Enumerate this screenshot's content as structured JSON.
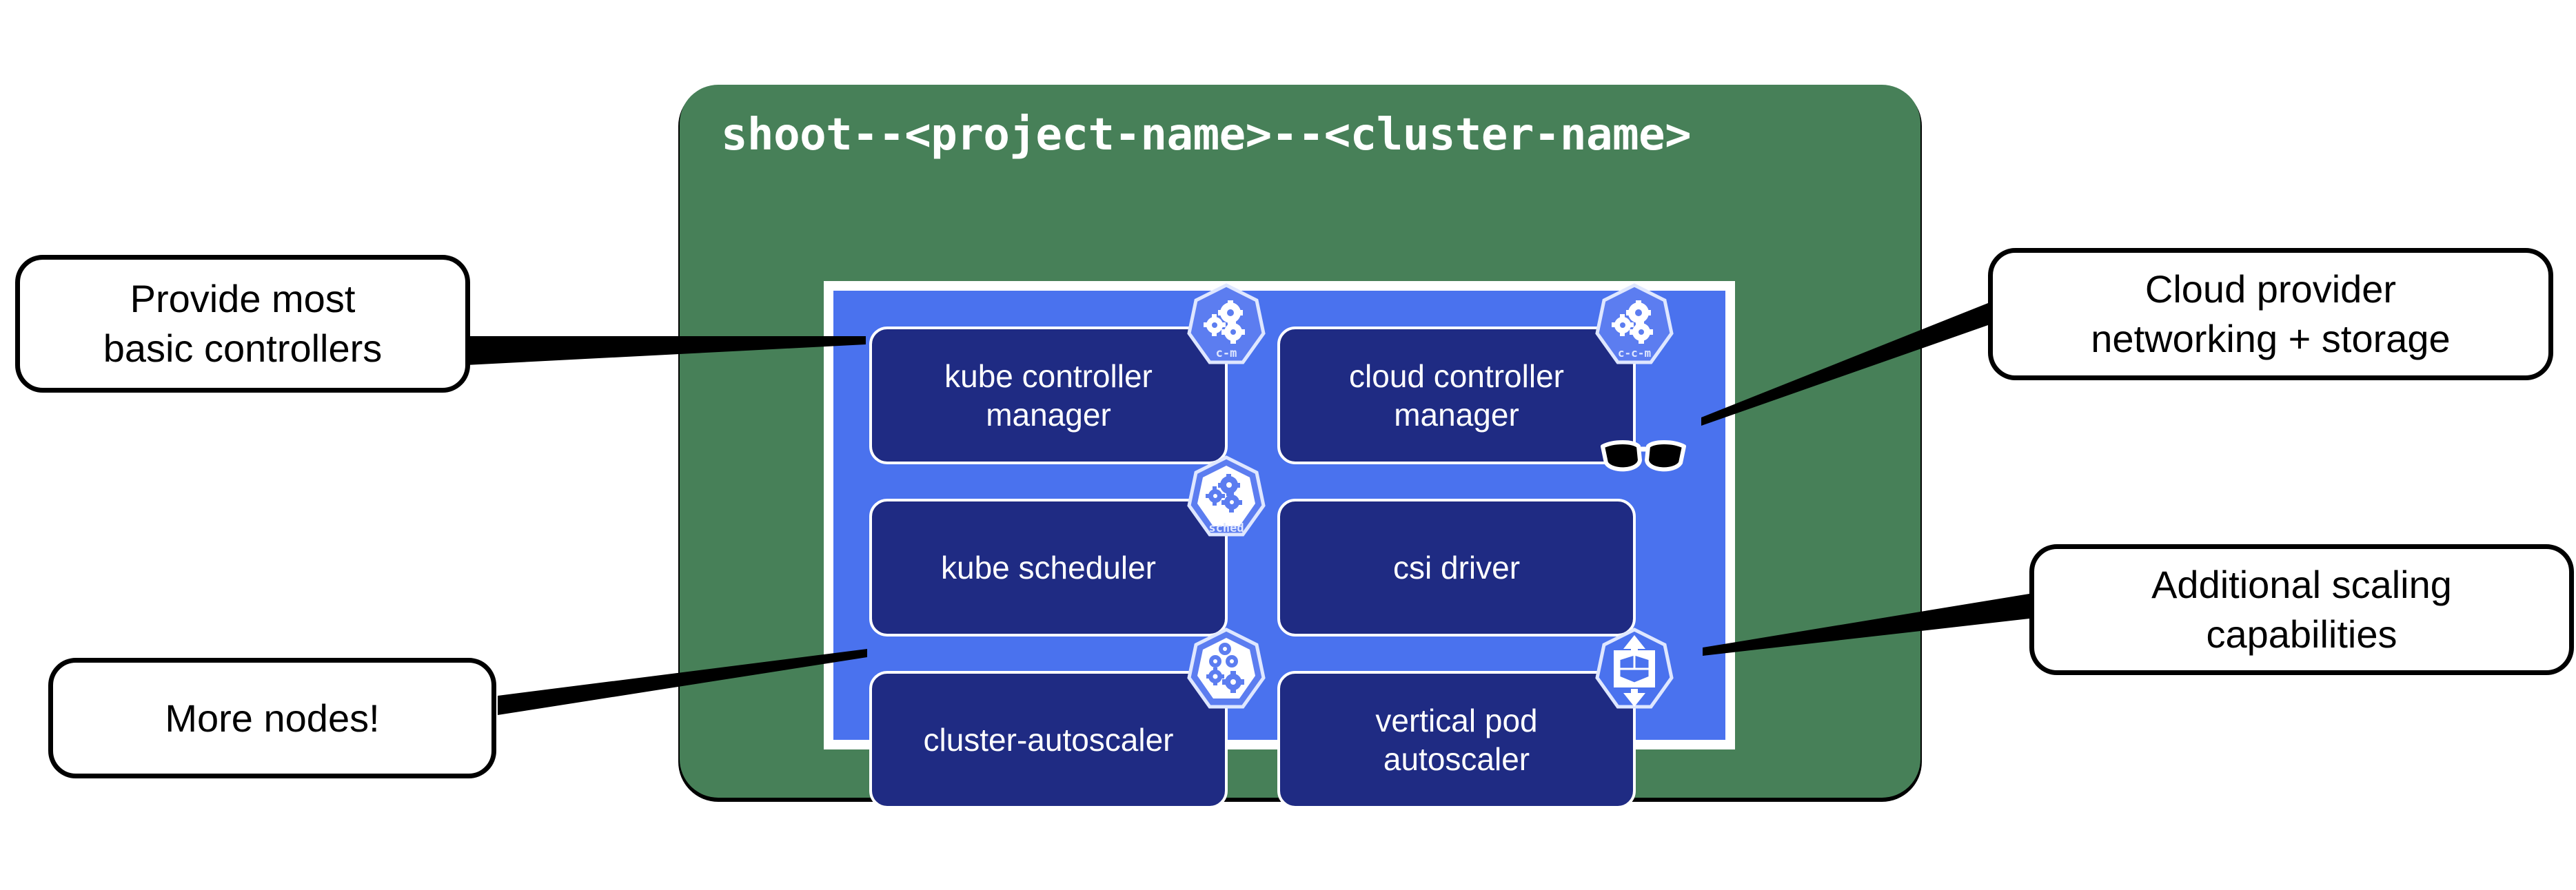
{
  "diagram": {
    "title": "shoot--<project-name>--<cluster-name>",
    "container_color": "#478058",
    "panel_color": "#4a72ee",
    "component_color": "#1f2b83",
    "components": [
      {
        "id": "kube-controller-manager",
        "label": "kube controller\nmanager",
        "badge_name": "k8s-controller-manager-icon",
        "badge_text": "c-m"
      },
      {
        "id": "cloud-controller-manager",
        "label": "cloud controller\nmanager",
        "badge_name": "k8s-cloud-controller-manager-icon",
        "badge_text": "c-c-m"
      },
      {
        "id": "kube-scheduler",
        "label": "kube scheduler",
        "badge_name": "k8s-scheduler-icon",
        "badge_text": "sched"
      },
      {
        "id": "csi-driver",
        "label": "csi driver",
        "badge_name": "sunglasses-icon",
        "badge_text": ""
      },
      {
        "id": "cluster-autoscaler",
        "label": "cluster-autoscaler",
        "badge_name": "k8s-cluster-autoscaler-icon",
        "badge_text": ""
      },
      {
        "id": "vertical-pod-autoscaler",
        "label": "vertical pod\nautoscaler",
        "badge_name": "k8s-vertical-pod-autoscaler-icon",
        "badge_text": ""
      }
    ],
    "callouts": [
      {
        "id": "basic-controllers",
        "text": "Provide most\nbasic controllers",
        "points_to": "kube-controller-manager"
      },
      {
        "id": "more-nodes",
        "text": "More nodes!",
        "points_to": "cluster-autoscaler"
      },
      {
        "id": "cloud-provider",
        "text": "Cloud provider\nnetworking + storage",
        "points_to": "csi-driver"
      },
      {
        "id": "scaling",
        "text": "Additional scaling\ncapabilities",
        "points_to": "vertical-pod-autoscaler"
      }
    ]
  }
}
